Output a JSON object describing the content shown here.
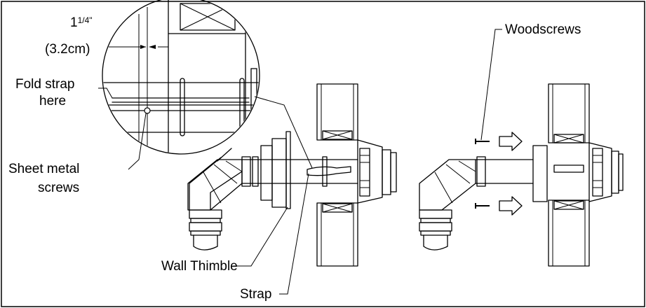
{
  "labels": {
    "dimension_whole": "1",
    "dimension_fraction": "1/4\"",
    "dimension_metric": "(3.2cm)",
    "fold_strap_line1": "Fold strap",
    "fold_strap_line2": "here",
    "sheet_metal_line1": "Sheet metal",
    "sheet_metal_line2": "screws",
    "wall_thimble": "Wall Thimble",
    "strap": "Strap",
    "woodscrews": "Woodscrews"
  }
}
